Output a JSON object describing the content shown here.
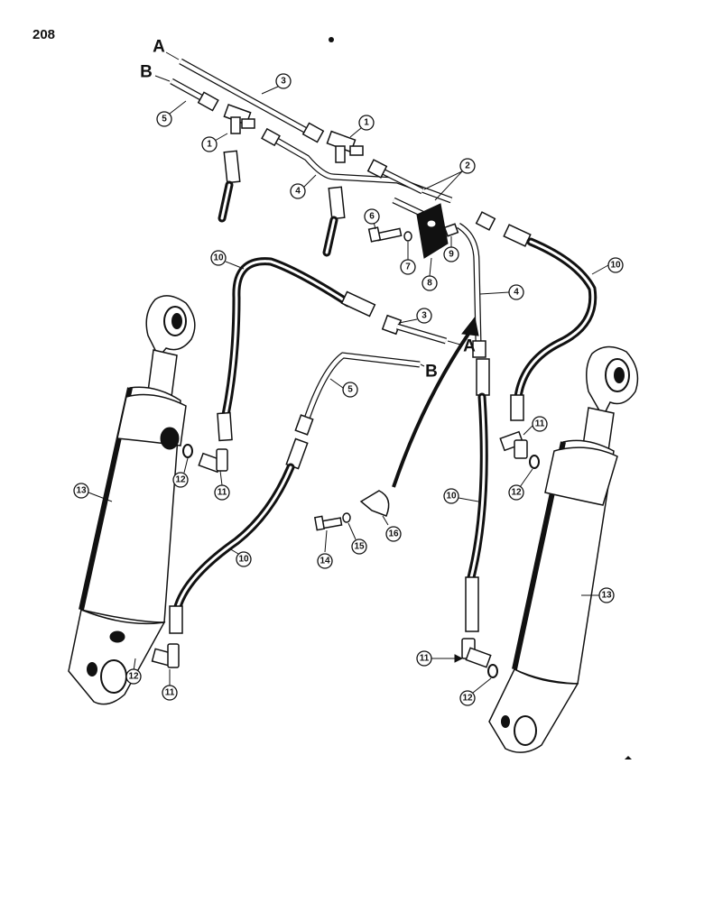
{
  "page_number": "208",
  "section_letters": {
    "a": "A",
    "b": "B"
  },
  "callouts": {
    "c1": "1",
    "c1b": "1",
    "c2": "2",
    "c3": "3",
    "c3b": "3",
    "c4": "4",
    "c4b": "4",
    "c5": "5",
    "c5b": "5",
    "c6": "6",
    "c7": "7",
    "c8": "8",
    "c9": "9",
    "c10": "10",
    "c10b": "10",
    "c10c": "10",
    "c10d": "10",
    "c11": "11",
    "c11b": "11",
    "c11c": "11",
    "c11d": "11",
    "c12": "12",
    "c12b": "12",
    "c12c": "12",
    "c12d": "12",
    "c13": "13",
    "c13b": "13",
    "c14": "14",
    "c15": "15",
    "c16": "16"
  }
}
